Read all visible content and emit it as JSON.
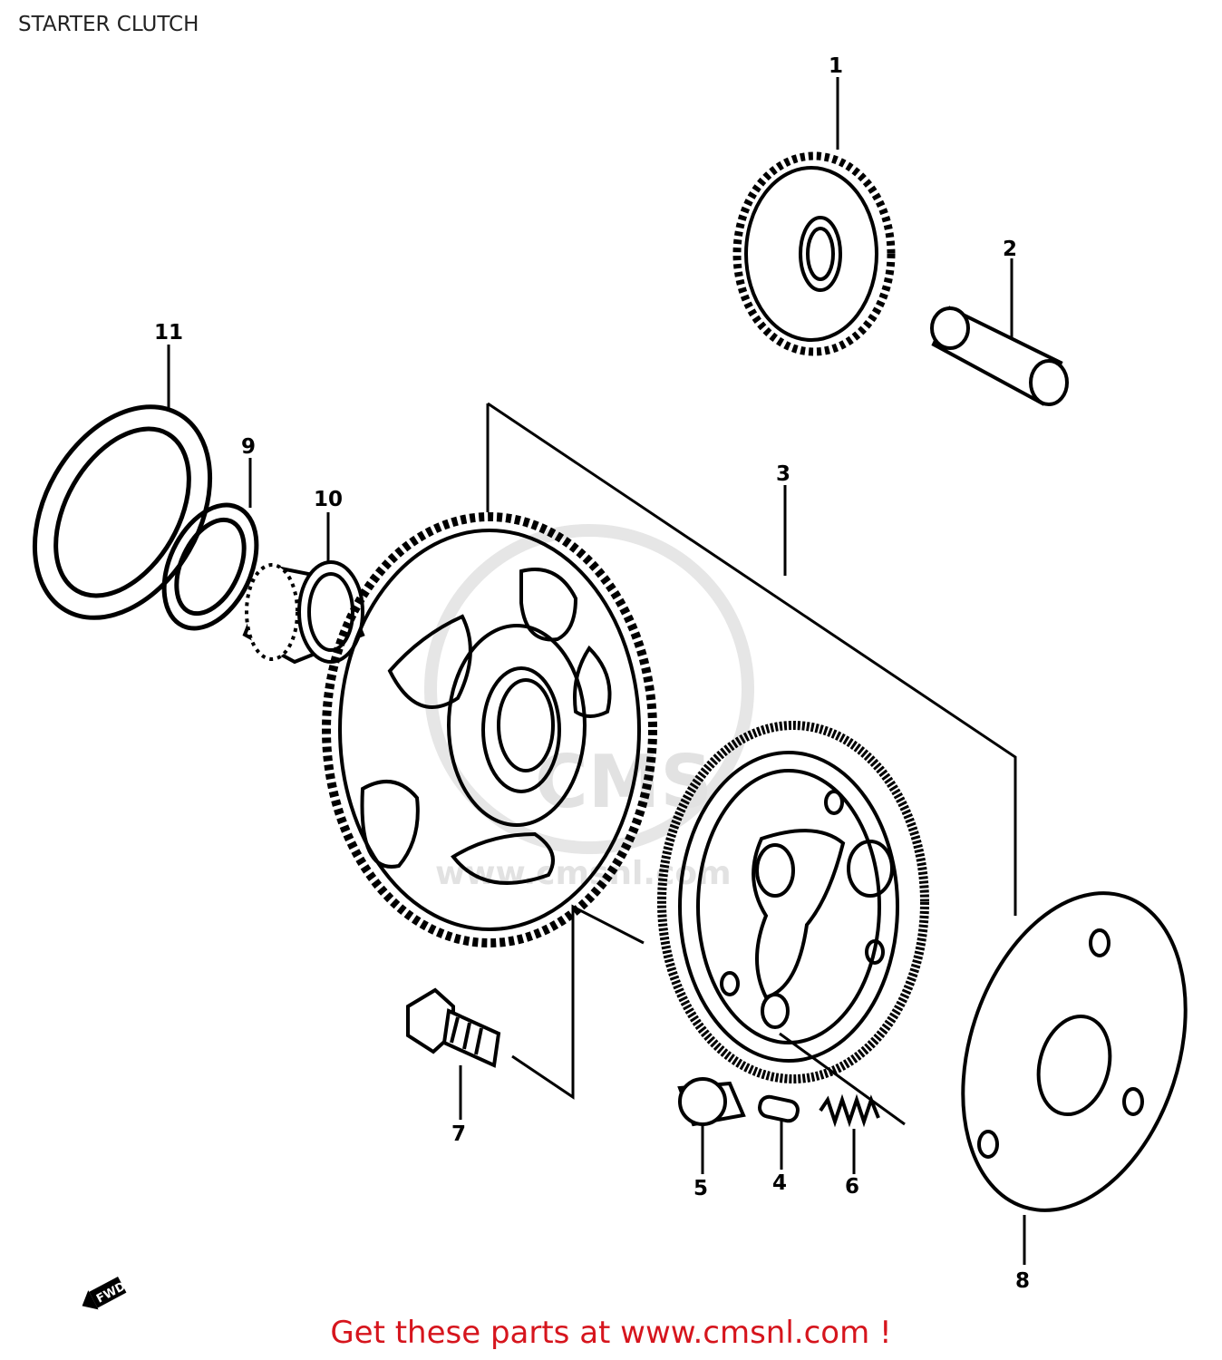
{
  "page": {
    "title": "STARTER CLUTCH"
  },
  "watermark": {
    "logo_text": "CMS",
    "url_text": "www.cmsnl.com"
  },
  "callouts": [
    {
      "number": "1"
    },
    {
      "number": "2"
    },
    {
      "number": "3"
    },
    {
      "number": "4"
    },
    {
      "number": "5"
    },
    {
      "number": "6"
    },
    {
      "number": "7"
    },
    {
      "number": "8"
    },
    {
      "number": "9"
    },
    {
      "number": "10"
    },
    {
      "number": "11"
    }
  ],
  "front_indicator": {
    "label": "FWD"
  },
  "footer": {
    "text": "Get these parts at www.cmsnl.com !"
  },
  "colors": {
    "line": "#000000",
    "footer": "#d6151d",
    "watermark": "#e2e2e2"
  }
}
